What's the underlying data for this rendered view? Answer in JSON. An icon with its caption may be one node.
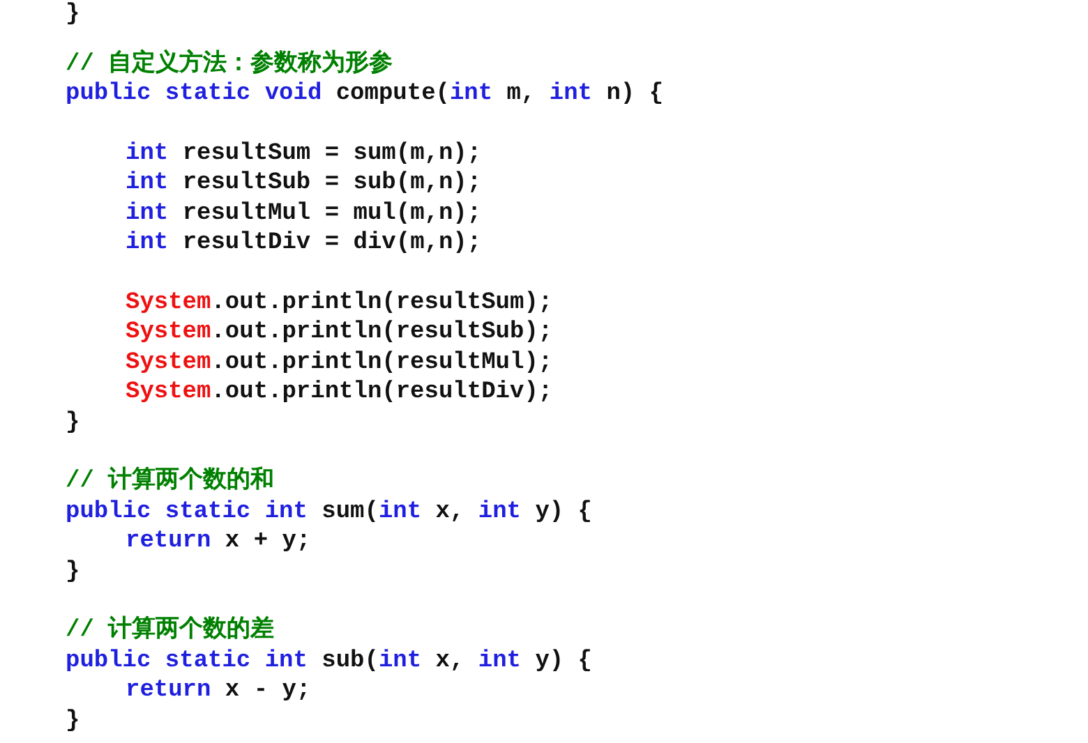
{
  "diagram": {
    "labels": [
      "}",
      "// 自定义方法：参数称为形参",
      "public static void compute(int m, int n) {",
      "int resultSum = sum(m,n);",
      "int resultSub = sub(m,n);",
      "int resultMul = mul(m,n);",
      "int resultDiv = div(m,n);",
      "System.out.println(resultSum);",
      "System.out.println(resultSub);",
      "System.out.println(resultMul);",
      "System.out.println(resultDiv);",
      "}",
      "// 计算两个数的和",
      "public static int sum(int x, int y) {",
      "return x + y;",
      "}",
      "// 计算两个数的差",
      "public static int sub(int x, int y) {",
      "return x - y;",
      "}"
    ]
  }
}
